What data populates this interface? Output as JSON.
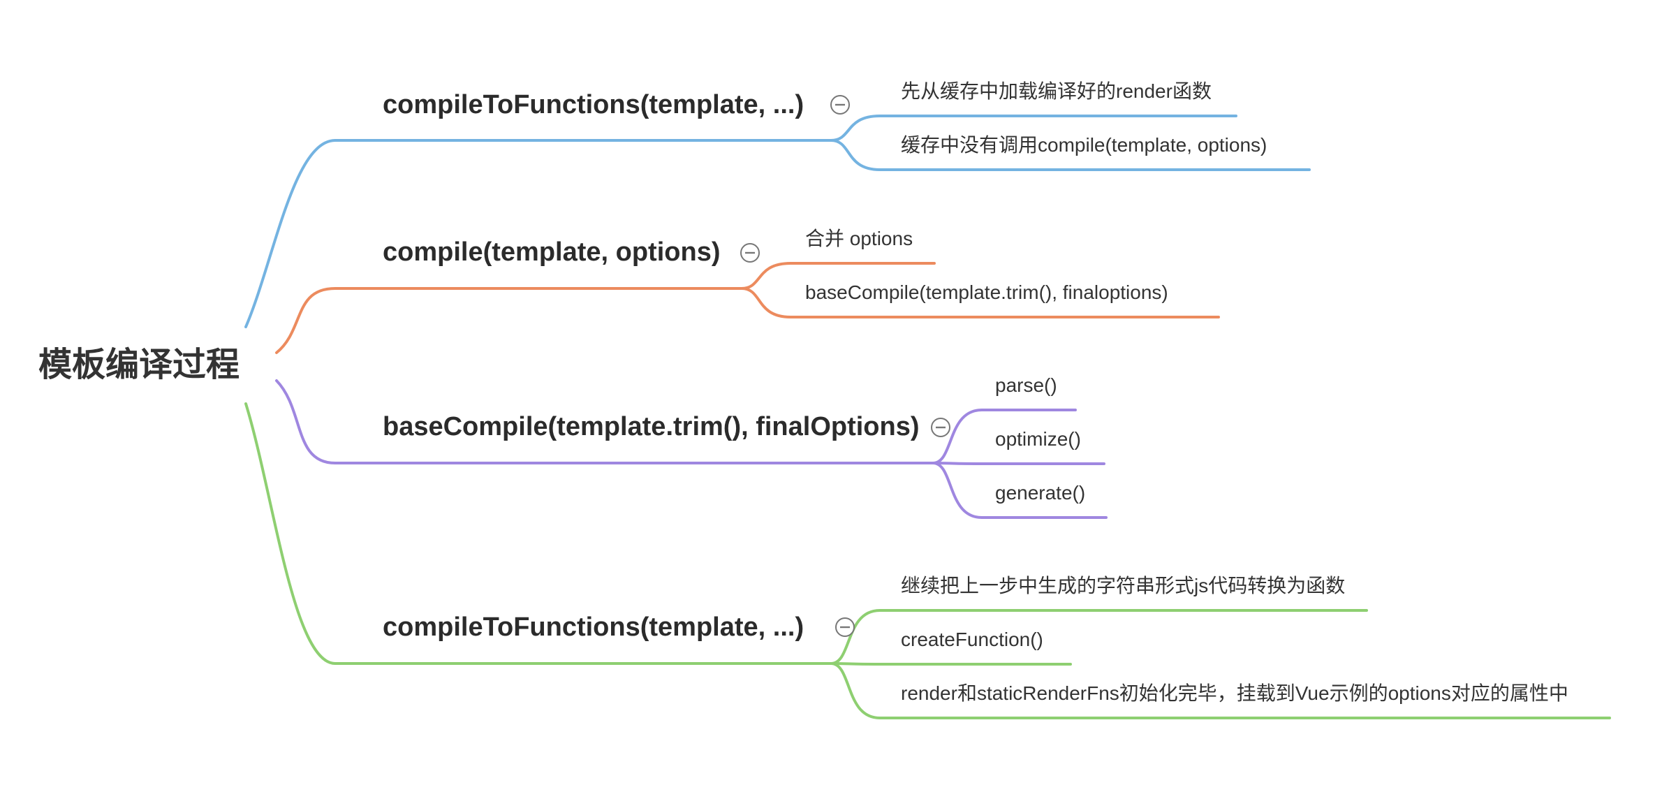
{
  "root": {
    "label": "模板编译过程"
  },
  "colors": {
    "blue": "#74b3e1",
    "orange": "#ec8b5e",
    "purple": "#9f87e0",
    "green": "#8ecf71"
  },
  "icons": {
    "collapse": "collapse-minus-icon"
  },
  "branches": [
    {
      "label": "compileToFunctions(template, ...)",
      "color": "blue",
      "children": [
        "先从缓存中加载编译好的render函数",
        "缓存中没有调用compile(template, options)"
      ]
    },
    {
      "label": "compile(template, options)",
      "color": "orange",
      "children": [
        "合并 options",
        "baseCompile(template.trim(), finaloptions)"
      ]
    },
    {
      "label": "baseCompile(template.trim(), finalOptions)",
      "color": "purple",
      "children": [
        "parse()",
        "optimize()",
        "generate()"
      ]
    },
    {
      "label": "compileToFunctions(template, ...)",
      "color": "green",
      "children": [
        "继续把上一步中生成的字符串形式js代码转换为函数",
        "createFunction()",
        "render和staticRenderFns初始化完毕，挂载到Vue示例的options对应的属性中"
      ]
    }
  ]
}
